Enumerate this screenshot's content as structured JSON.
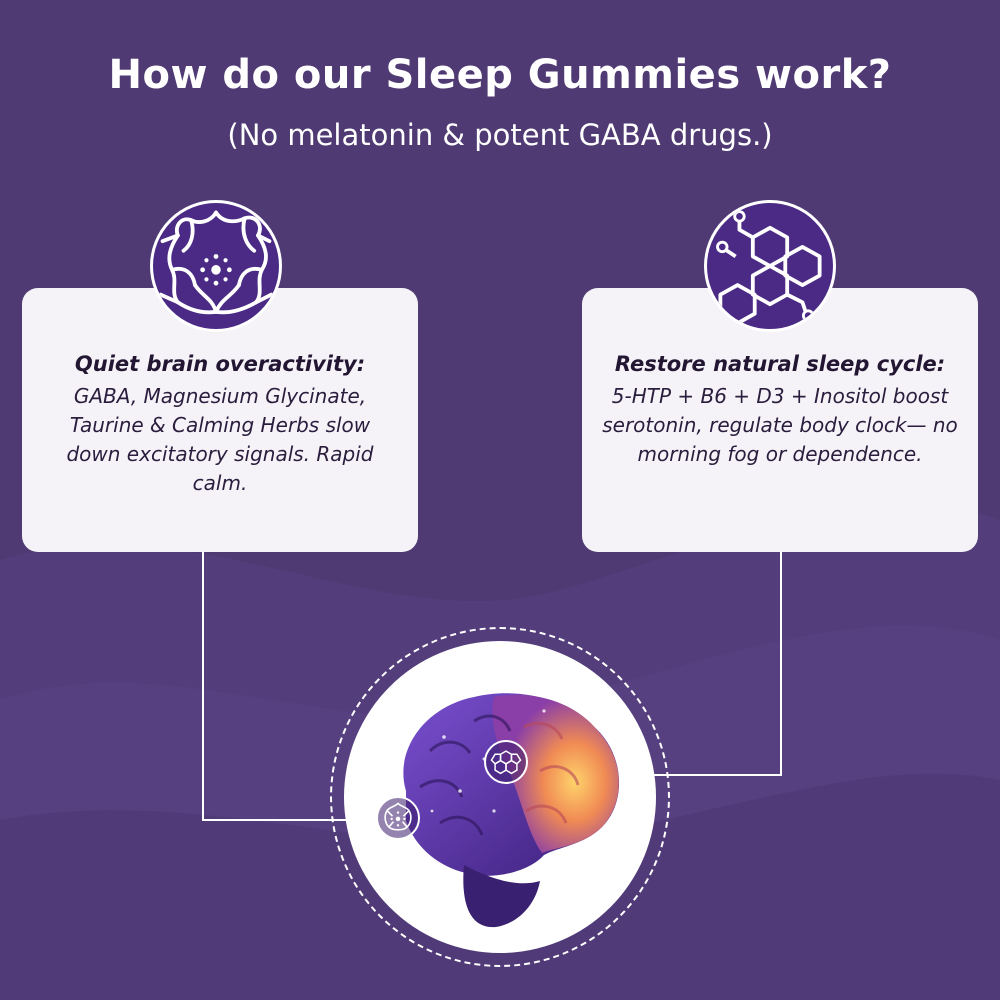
{
  "header": {
    "title": "How do our Sleep Gummies work?",
    "subtitle": "(No melatonin & potent GABA drugs.)"
  },
  "cards": [
    {
      "heading": "Quiet brain overactivity:",
      "body": "GABA, Magnesium Glycinate, Taurine & Calming Herbs slow down excitatory signals. Rapid calm.",
      "icon": "neuron-network-icon"
    },
    {
      "heading": "Restore natural sleep cycle:",
      "body": "5-HTP + B6 + D3 + Inositol boost serotonin, regulate body clock— no morning fog or dependence.",
      "icon": "hexagon-molecule-icon"
    }
  ],
  "illustration": {
    "icon": "brain-icon"
  },
  "colors": {
    "background": "#4f3a73",
    "card": "#f5f3f8",
    "icon_fill": "#4b2a86",
    "text": "#2a1d3d"
  }
}
